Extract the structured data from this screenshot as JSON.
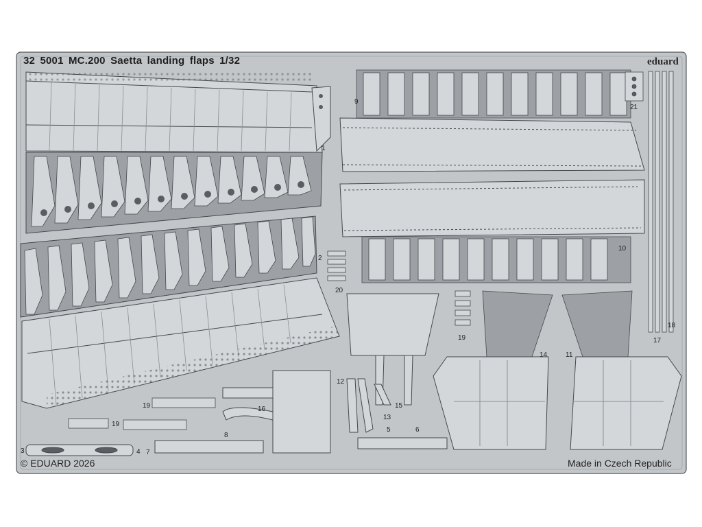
{
  "header": {
    "title": "32 5001   MC.200 Saetta landing flaps   1/32",
    "brand": "eduard"
  },
  "footer": {
    "copyright": "© EDUARD 2026",
    "origin": "Made in Czech Republic"
  },
  "part_numbers": [
    "1",
    "2",
    "3",
    "4",
    "5",
    "6",
    "7",
    "8",
    "9",
    "10",
    "11",
    "12",
    "13",
    "14",
    "15",
    "16",
    "17",
    "18",
    "19",
    "19",
    "19",
    "20",
    "21"
  ],
  "colors": {
    "background": "#ffffff",
    "fret": "#c3c6c9",
    "etch_line": "#44484c",
    "panel": "#d4d7da",
    "hole": "#5a5e62"
  }
}
